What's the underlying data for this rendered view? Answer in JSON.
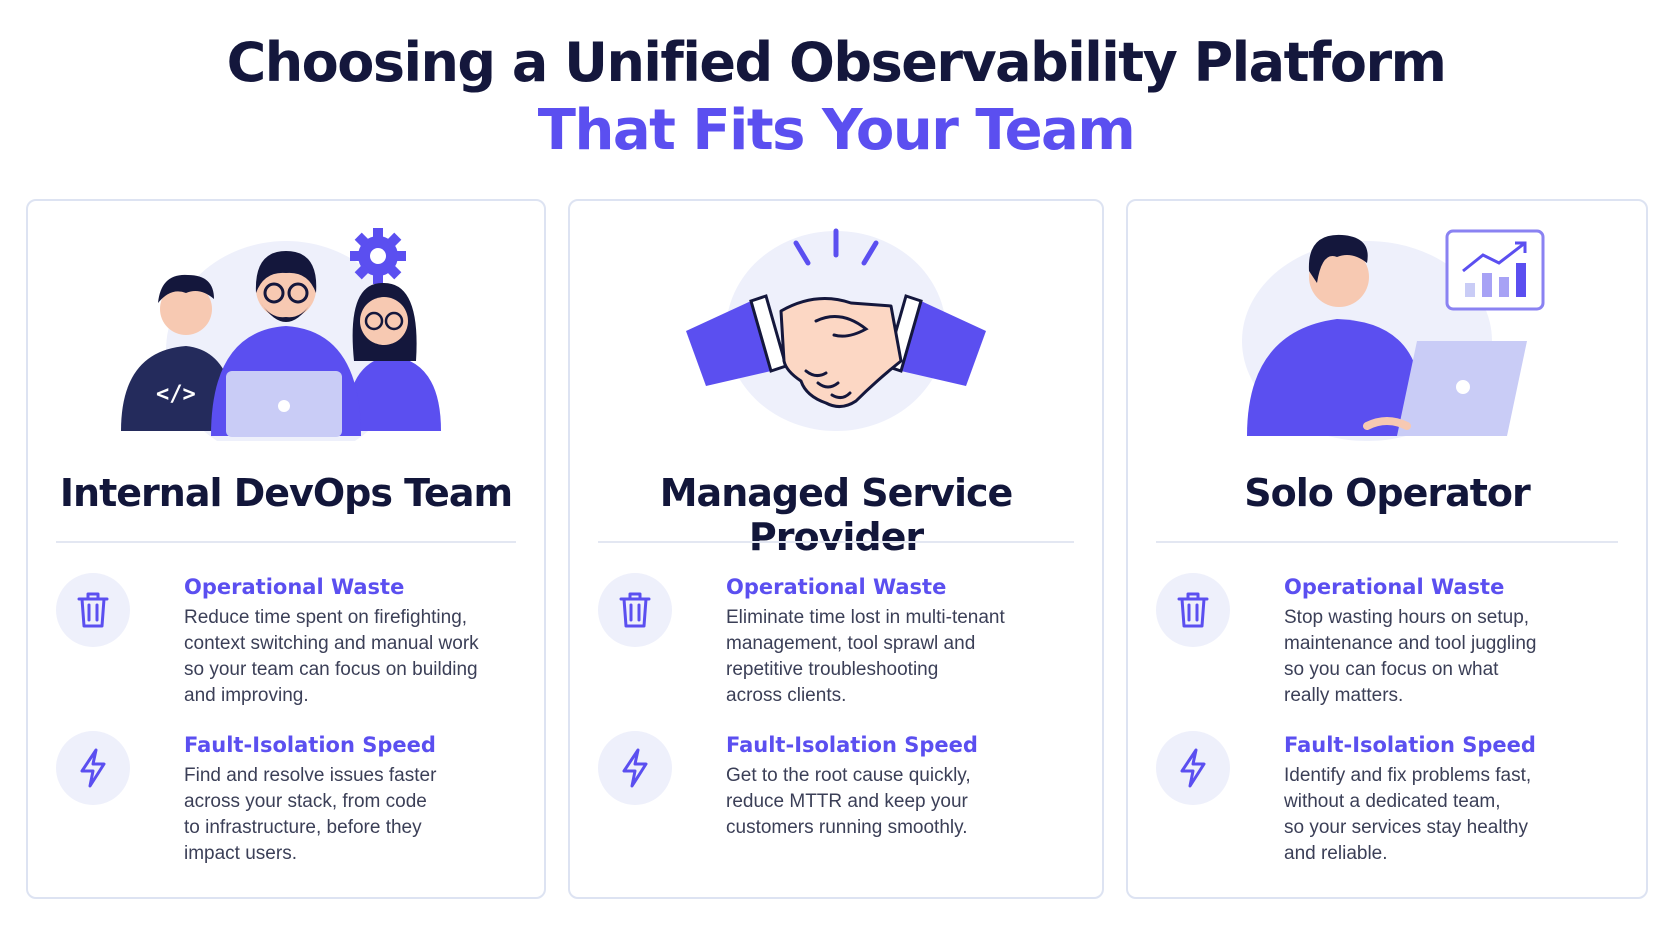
{
  "header": {
    "title_line1": "Choosing a Unified Observability Platform",
    "title_line2": "That Fits Your Team"
  },
  "colors": {
    "accent": "#5b4ff0",
    "title": "#14173c",
    "body_text": "#3b3f57",
    "icon_bg": "#eef0fb",
    "card_border": "#dde3f2"
  },
  "cards": [
    {
      "title": "Internal DevOps Team",
      "illustration_icon": "devops-team-illustration",
      "code_glyph": "</>",
      "features": [
        {
          "icon": "trash-icon",
          "title": "Operational Waste",
          "description": "Reduce time spent on firefighting,\ncontext switching and manual work\nso your team can focus on building\nand improving."
        },
        {
          "icon": "lightning-icon",
          "title": "Fault-Isolation Speed",
          "description": "Find and resolve issues faster\nacross your stack, from code\nto infrastructure, before they\nimpact users."
        }
      ]
    },
    {
      "title": "Managed Service Provider",
      "illustration_icon": "handshake-illustration",
      "features": [
        {
          "icon": "trash-icon",
          "title": "Operational Waste",
          "description": "Eliminate time lost in multi-tenant\nmanagement, tool sprawl and\nrepetitive troubleshooting\nacross clients."
        },
        {
          "icon": "lightning-icon",
          "title": "Fault-Isolation Speed",
          "description": "Get to the root cause quickly,\nreduce MTTR and keep your\ncustomers running smoothly."
        }
      ]
    },
    {
      "title": "Solo Operator",
      "illustration_icon": "solo-operator-illustration",
      "features": [
        {
          "icon": "trash-icon",
          "title": "Operational Waste",
          "description": "Stop wasting hours on setup,\nmaintenance and tool juggling\nso you can focus on what\nreally matters."
        },
        {
          "icon": "lightning-icon",
          "title": "Fault-Isolation Speed",
          "description": "Identify and fix problems fast,\nwithout a dedicated team,\nso your services stay healthy\nand reliable."
        }
      ]
    }
  ]
}
